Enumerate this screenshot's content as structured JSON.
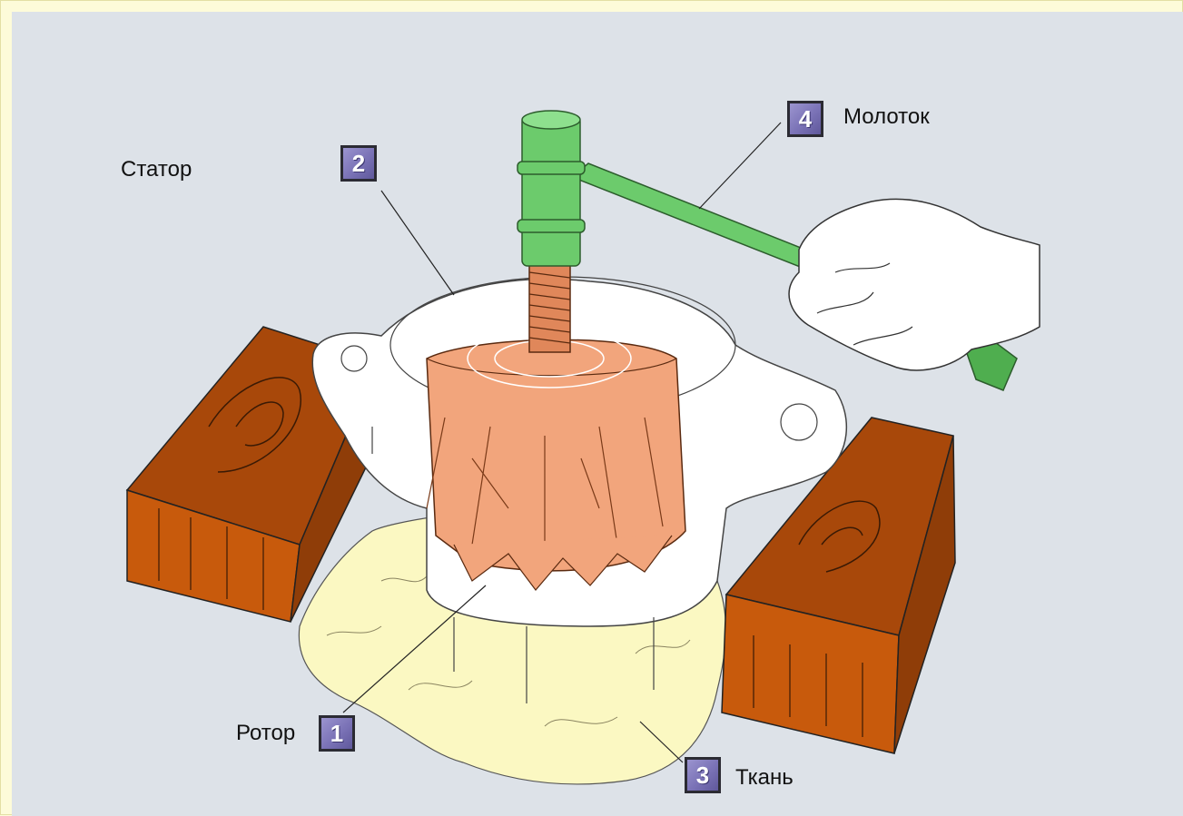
{
  "labels": {
    "stator": "Статор",
    "hammer": "Молоток",
    "rotor": "Ротор",
    "cloth": "Ткань"
  },
  "badges": {
    "rotor": "1",
    "stator": "2",
    "cloth": "3",
    "hammer": "4"
  },
  "colors": {
    "frame": "#fdfbd9",
    "background": "#dde2e8",
    "wood": "#c85a0c",
    "rotor": "#f2a57c",
    "hammer": "#6ccb6c",
    "cloth": "#fbf8c2",
    "badge": "#7a72b6"
  }
}
